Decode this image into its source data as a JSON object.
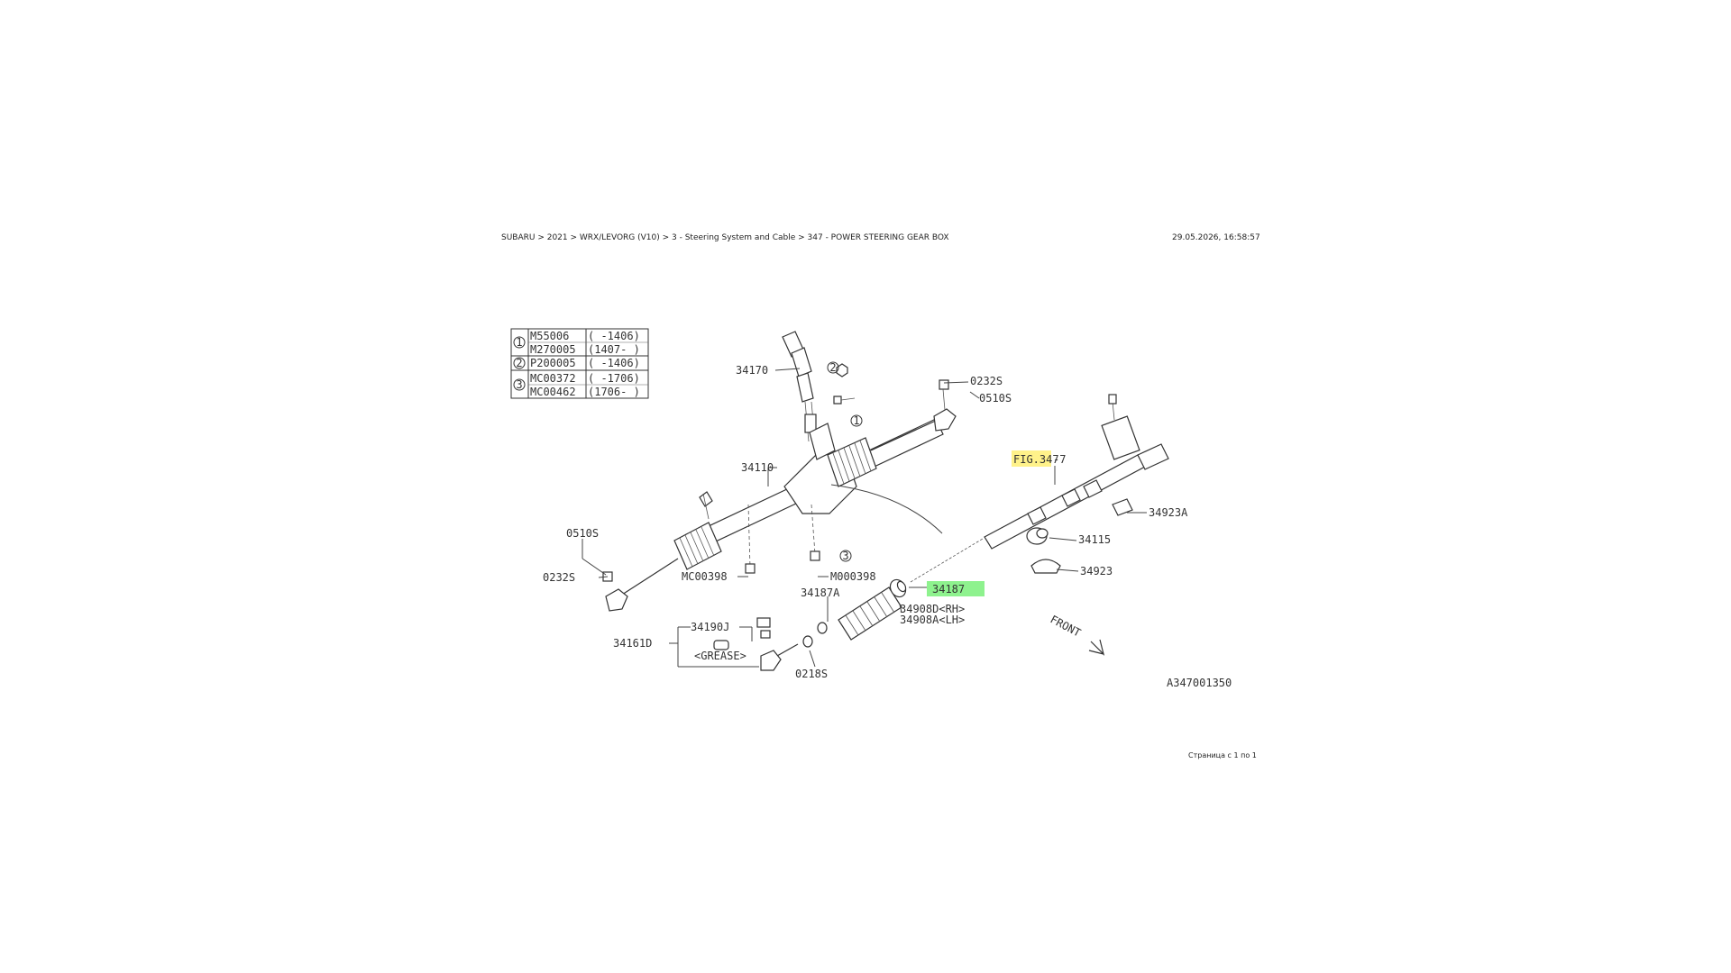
{
  "header": {
    "breadcrumb": "SUBARU > 2021 > WRX/LEVORG (V10) > 3 - Steering System and Cable > 347 - POWER STEERING GEAR BOX",
    "timestamp": "29.05.2026, 16:58:57"
  },
  "footer": {
    "page_label": "Страница с 1 по 1"
  },
  "legend_table": {
    "rows": [
      {
        "key": "1",
        "part": "M55006",
        "range": "( -1406)"
      },
      {
        "key": "",
        "part": "M270005",
        "range": "(1407- )"
      },
      {
        "key": "2",
        "part": "P200005",
        "range": "( -1406)"
      },
      {
        "key": "3",
        "part": "MC00372",
        "range": "( -1706)"
      },
      {
        "key": "",
        "part": "MC00462",
        "range": "(1706- )"
      }
    ]
  },
  "callouts": {
    "p34170": "34170",
    "p0232S_top": "0232S",
    "p0510S_top": "0510S",
    "p34110": "34110",
    "p0510S_left": "0510S",
    "p0232S_left": "0232S",
    "pMC00398_left": "MC00398",
    "pM000398": "M000398",
    "p34187A": "34187A",
    "p34190J": "34190J",
    "p34161D": "34161D",
    "grease": "<GREASE>",
    "p0218S": "0218S",
    "fig": "FIG.347",
    "fig_suffix": "-7",
    "p34923A": "34923A",
    "p34115": "34115",
    "p34923": "34923",
    "p34187": "34187",
    "p34908D": "34908D<RH>",
    "p34908A": "34908A<LH>",
    "front": "FRONT",
    "code": "A347001350",
    "circ1": "1",
    "circ2": "2",
    "circ3": "3"
  },
  "colors": {
    "highlight_yellow": "#fff28a",
    "highlight_green": "#8ef28e",
    "line": "#444444"
  }
}
